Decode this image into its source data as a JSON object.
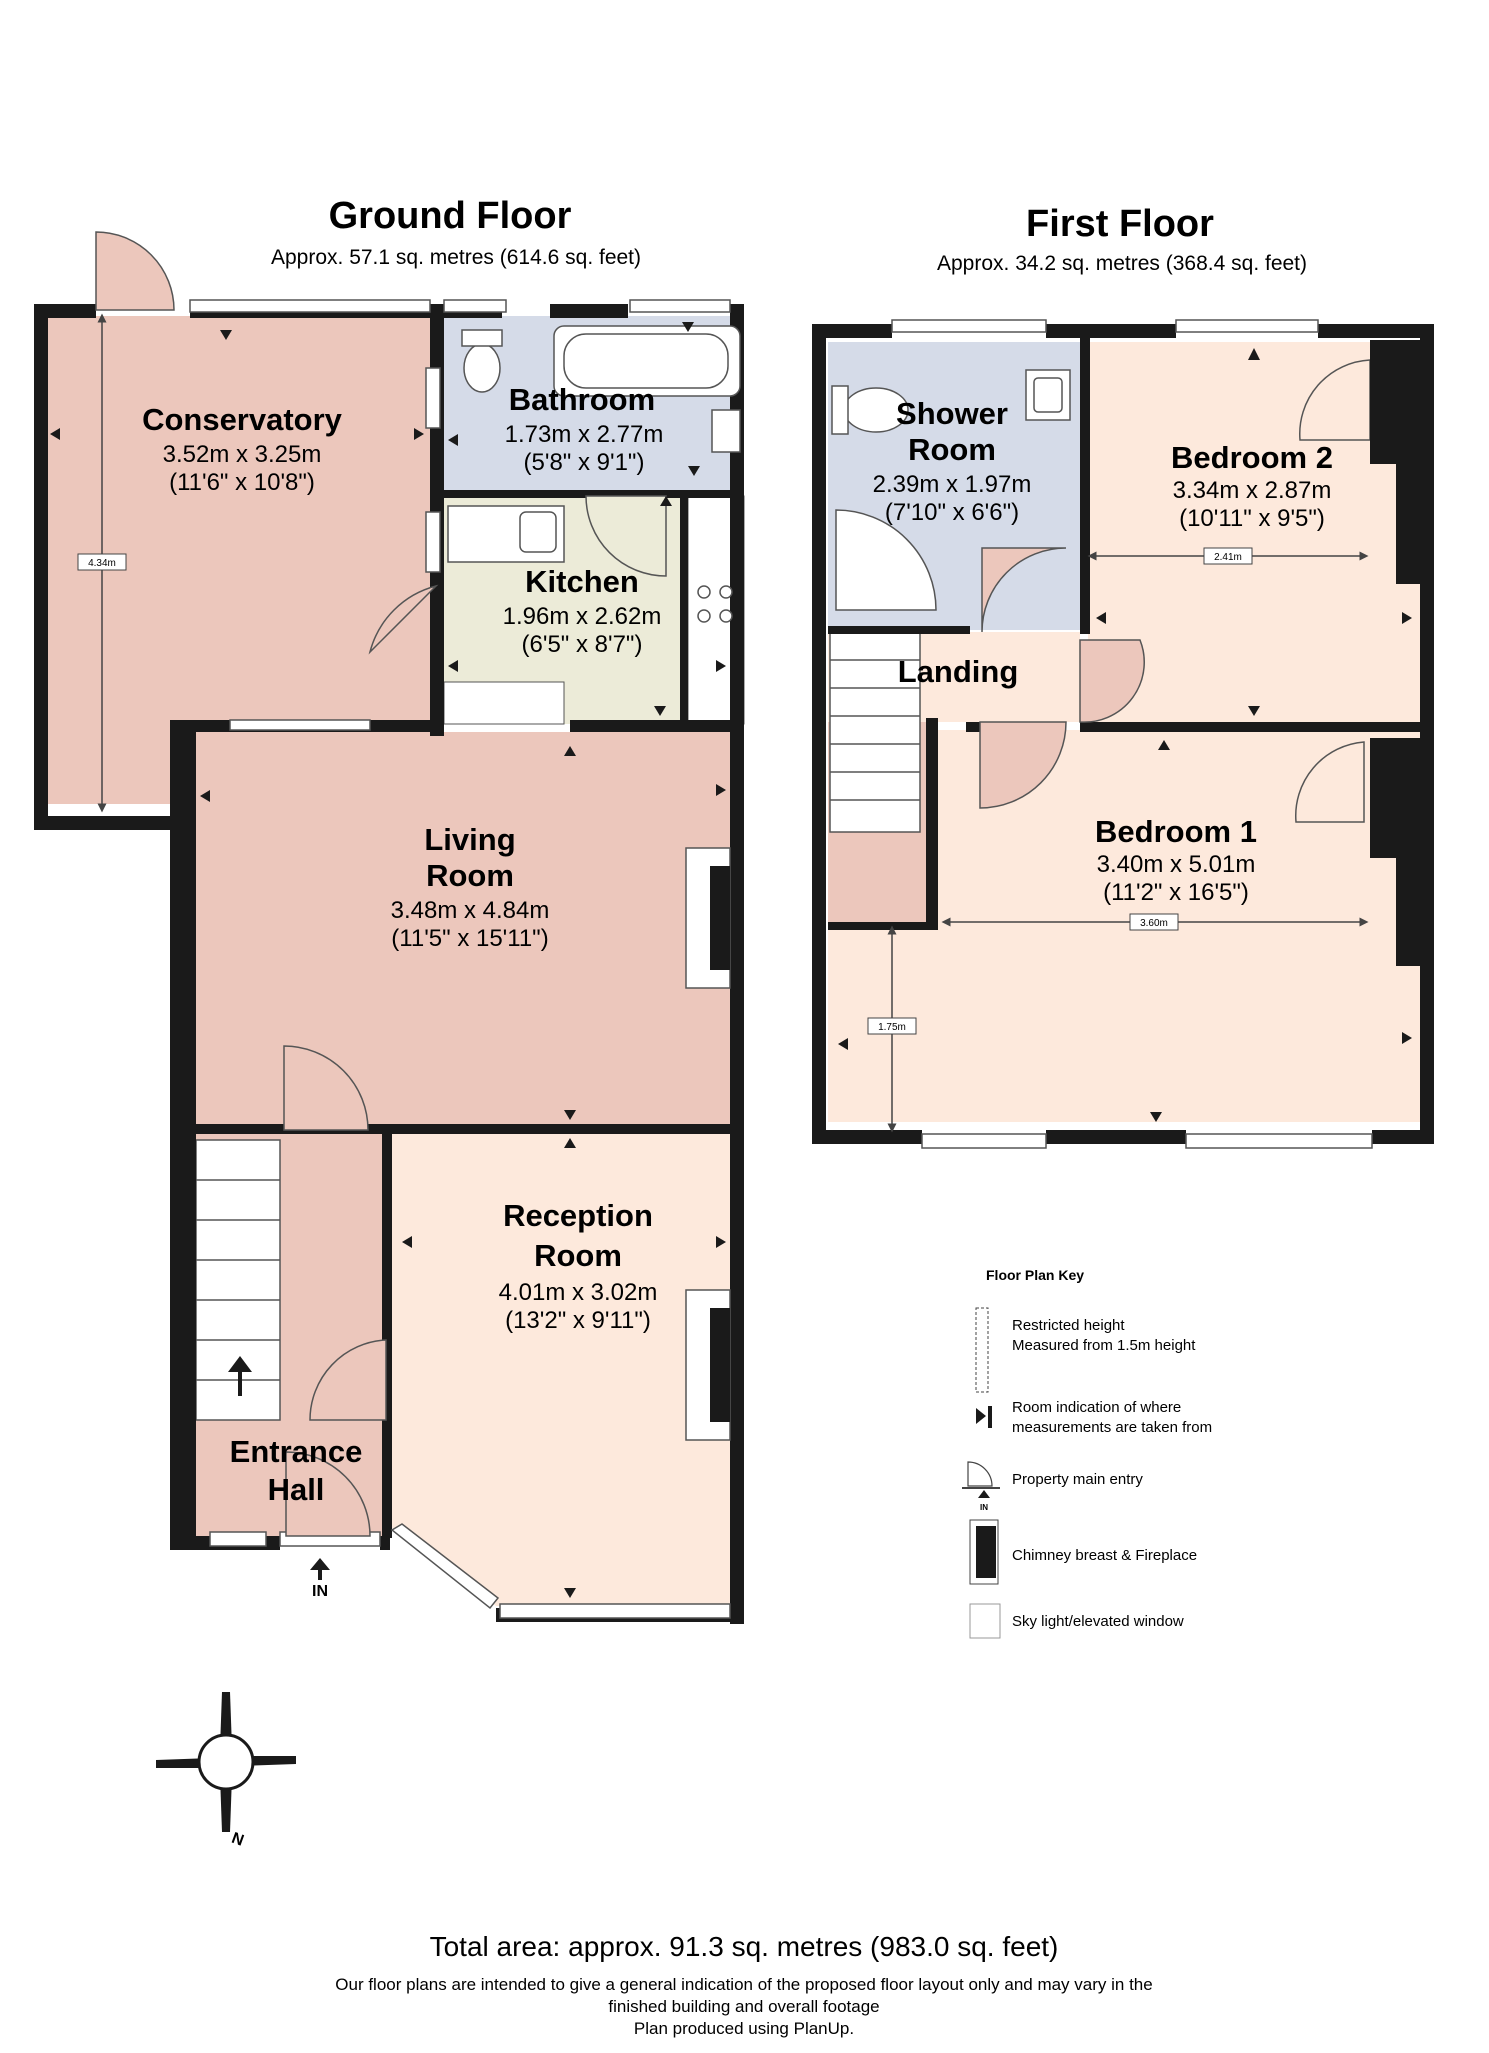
{
  "ground_floor": {
    "title": "Ground Floor",
    "area": "Approx. 57.1 sq. metres (614.6 sq. feet)",
    "rooms": {
      "conservatory": {
        "name": "Conservatory",
        "metric": "3.52m x 3.25m",
        "imperial": "(11'6\" x 10'8\")",
        "height_label": "4.34m"
      },
      "bathroom": {
        "name": "Bathroom",
        "metric": "1.73m x 2.77m",
        "imperial": "(5'8\" x 9'1\")"
      },
      "kitchen": {
        "name": "Kitchen",
        "metric": "1.96m x 2.62m",
        "imperial": "(6'5\" x 8'7\")"
      },
      "living": {
        "name_line1": "Living",
        "name_line2": "Room",
        "metric": "3.48m x 4.84m",
        "imperial": "(11'5\" x 15'11\")"
      },
      "reception": {
        "name_line1": "Reception",
        "name_line2": "Room",
        "metric": "4.01m x 3.02m",
        "imperial": "(13'2\" x 9'11\")"
      },
      "entrance": {
        "name_line1": "Entrance",
        "name_line2": "Hall",
        "entry_label": "IN"
      }
    }
  },
  "first_floor": {
    "title": "First Floor",
    "area": "Approx. 34.2 sq. metres (368.4 sq. feet)",
    "rooms": {
      "shower": {
        "name_line1": "Shower",
        "name_line2": "Room",
        "metric": "2.39m x 1.97m",
        "imperial": "(7'10\" x 6'6\")"
      },
      "bedroom2": {
        "name": "Bedroom 2",
        "metric": "3.34m x 2.87m",
        "imperial": "(10'11\" x 9'5\")",
        "restricted_width": "2.41m"
      },
      "landing": {
        "name": "Landing"
      },
      "bedroom1": {
        "name": "Bedroom 1",
        "metric": "3.40m x 5.01m",
        "imperial": "(11'2\" x 16'5\")",
        "restricted_width": "3.60m",
        "restricted_height": "1.75m"
      }
    }
  },
  "key": {
    "title": "Floor Plan Key",
    "restricted_line1": "Restricted height",
    "restricted_line2": "Measured from 1.5m height",
    "indication_line1": "Room indication of where",
    "indication_line2": "measurements are taken from",
    "entry": "Property main entry",
    "entry_in": "IN",
    "chimney": "Chimney breast & Fireplace",
    "skylight": "Sky light/elevated window"
  },
  "compass": {
    "label": "N"
  },
  "footer": {
    "total": "Total area: approx. 91.3 sq. metres (983.0 sq. feet)",
    "line1": "Our floor plans are intended to give a general indication of the proposed floor layout only and may vary  in the",
    "line2": "finished building and overall footage",
    "line3": "Plan produced using PlanUp."
  },
  "colors": {
    "wall": "#1a1a1a",
    "conservatory": "#ecc7bc",
    "bathroom": "#d5dbe8",
    "kitchen": "#ecebd8",
    "living": "#ecc7bc",
    "reception": "#fde9dc",
    "hall": "#ecc7bc",
    "bedroom": "#fde9dc",
    "landing": "#ecc7bc"
  }
}
